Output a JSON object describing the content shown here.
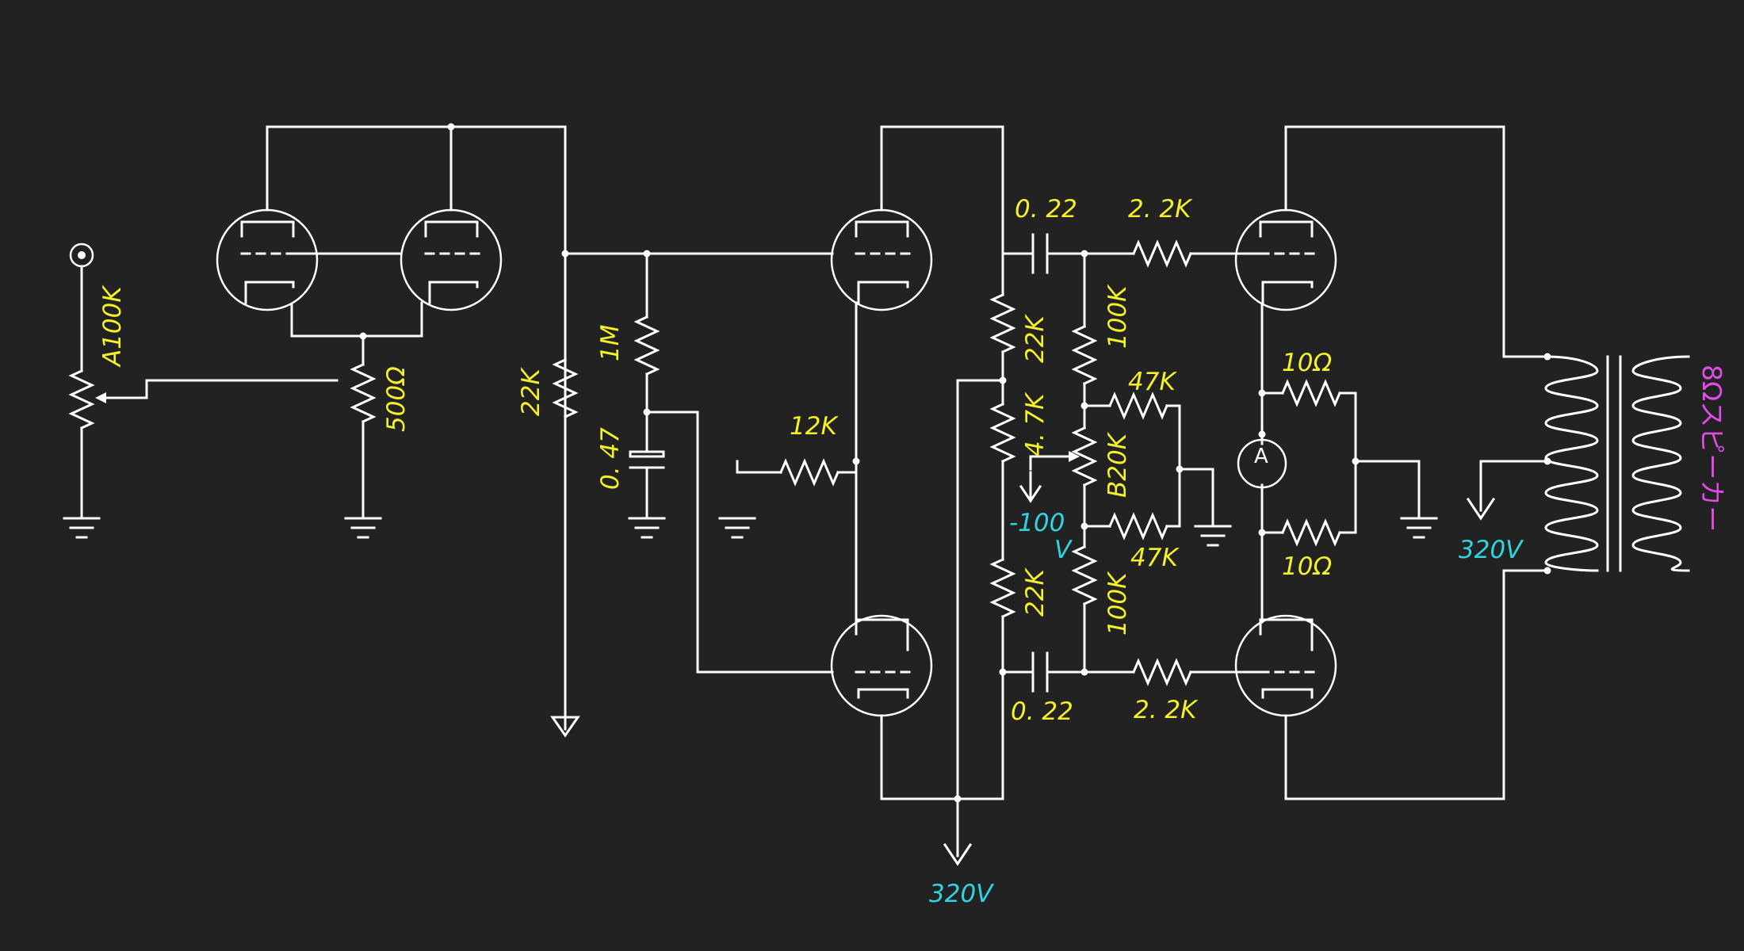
{
  "colors": {
    "background": "#222222",
    "wire": "#ffffff",
    "value_label": "#f5f02a",
    "voltage_label": "#2fd4e0",
    "speaker_label": "#e04ce6"
  },
  "labels": {
    "volume_pot": "A100K",
    "cathode_500": "500Ω",
    "plate_22k": "22K",
    "grid_1m": "1M",
    "cap_047": "0. 47",
    "grid_12k": "12K",
    "pi_22k_top": "22K",
    "pi_47k_mid": "4. 7K",
    "pi_22k_bot": "22K",
    "cap_022_top": "0. 22",
    "cap_022_bot": "0. 22",
    "res_22k_top": "2. 2K",
    "res_22k_bot": "2. 2K",
    "bias_100k_top": "100K",
    "bias_100k_bot": "100K",
    "bias_47k_top": "47K",
    "bias_47k_bot": "47K",
    "bias_pot": "B20K",
    "neg_bias_value": "-100",
    "neg_bias_unit": "V",
    "balance_10_top": "10Ω",
    "balance_10_bot": "10Ω",
    "meter": "A",
    "supply_bottom": "320V",
    "supply_right": "320V",
    "speaker": "8Ωスピーカー"
  }
}
